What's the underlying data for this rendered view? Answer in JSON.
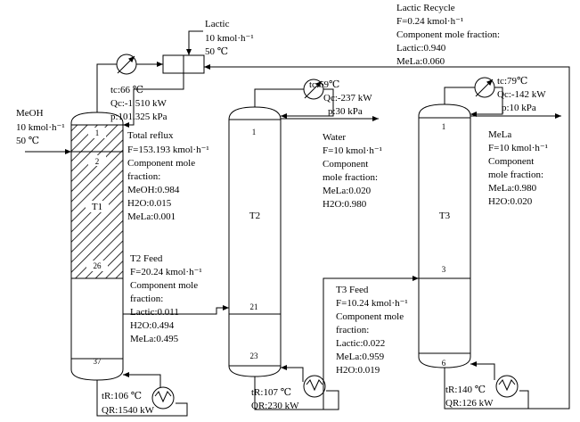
{
  "feed_meoh": {
    "name": "MeOH",
    "flow": "10 kmol·h⁻¹",
    "temp": "50 ℃"
  },
  "feed_lactic": {
    "name": "Lactic",
    "flow": "10 kmol·h⁻¹",
    "temp": "50 ℃"
  },
  "lactic_recycle": {
    "title": "Lactic Recycle",
    "flow": "F=0.24 kmol·h⁻¹",
    "comp_title": "Component mole fraction:",
    "comp": [
      "Lactic:0.940",
      "MeLa:0.060"
    ]
  },
  "t1": {
    "name": "T1",
    "stages": [
      "1",
      "2",
      "26",
      "37"
    ],
    "condenser": {
      "t": "tc:66 ℃",
      "q": "Qc:-1 510 kW",
      "p": "p:101.325 kPa"
    },
    "reboiler": {
      "t": "tR:106 ℃",
      "q": "QR:1540 kW"
    },
    "reflux": {
      "title": "Total reflux",
      "flow": "F=153.193 kmol·h⁻¹",
      "comp_title": "Component mole",
      "comp_title2": "fraction:",
      "comp": [
        "MeOH:0.984",
        "H2O:0.015",
        "MeLa:0.001"
      ]
    }
  },
  "t2_feed": {
    "title": "T2 Feed",
    "flow": "F=20.24 kmol·h⁻¹",
    "comp_title": "Component mole",
    "comp_title2": "fraction:",
    "comp": [
      "Lactic:0.011",
      "H2O:0.494",
      "MeLa:0.495"
    ]
  },
  "t2": {
    "name": "T2",
    "stages": [
      "1",
      "21",
      "23"
    ],
    "condenser": {
      "t": "tc:69℃",
      "q": "Qc:-237 kW",
      "p": "p:30 kPa"
    },
    "reboiler": {
      "t": "tR:107 ℃",
      "q": "QR:230 kW"
    }
  },
  "water": {
    "title": "Water",
    "flow": "F=10 kmol·h⁻¹",
    "comp_title": "Component",
    "comp_title2": "mole fraction:",
    "comp": [
      "MeLa:0.020",
      "H2O:0.980"
    ]
  },
  "t3_feed": {
    "title": "T3 Feed",
    "flow": "F=10.24 kmol·h⁻¹",
    "comp_title": "Component mole",
    "comp_title2": "fraction:",
    "comp": [
      "Lactic:0.022",
      "MeLa:0.959",
      "H2O:0.019"
    ]
  },
  "t3": {
    "name": "T3",
    "stages": [
      "1",
      "3",
      "6"
    ],
    "condenser": {
      "t": "tc:79℃",
      "q": "Qc:-142 kW",
      "p": "p:10 kPa"
    },
    "reboiler": {
      "t": "tR:140 ℃",
      "q": "QR:126 kW"
    }
  },
  "mela_product": {
    "title": "MeLa",
    "flow": "F=10 kmol·h⁻¹",
    "comp_title": "Component",
    "comp_title2": "mole fraction:",
    "comp": [
      "MeLa:0.980",
      "H2O:0.020"
    ]
  }
}
